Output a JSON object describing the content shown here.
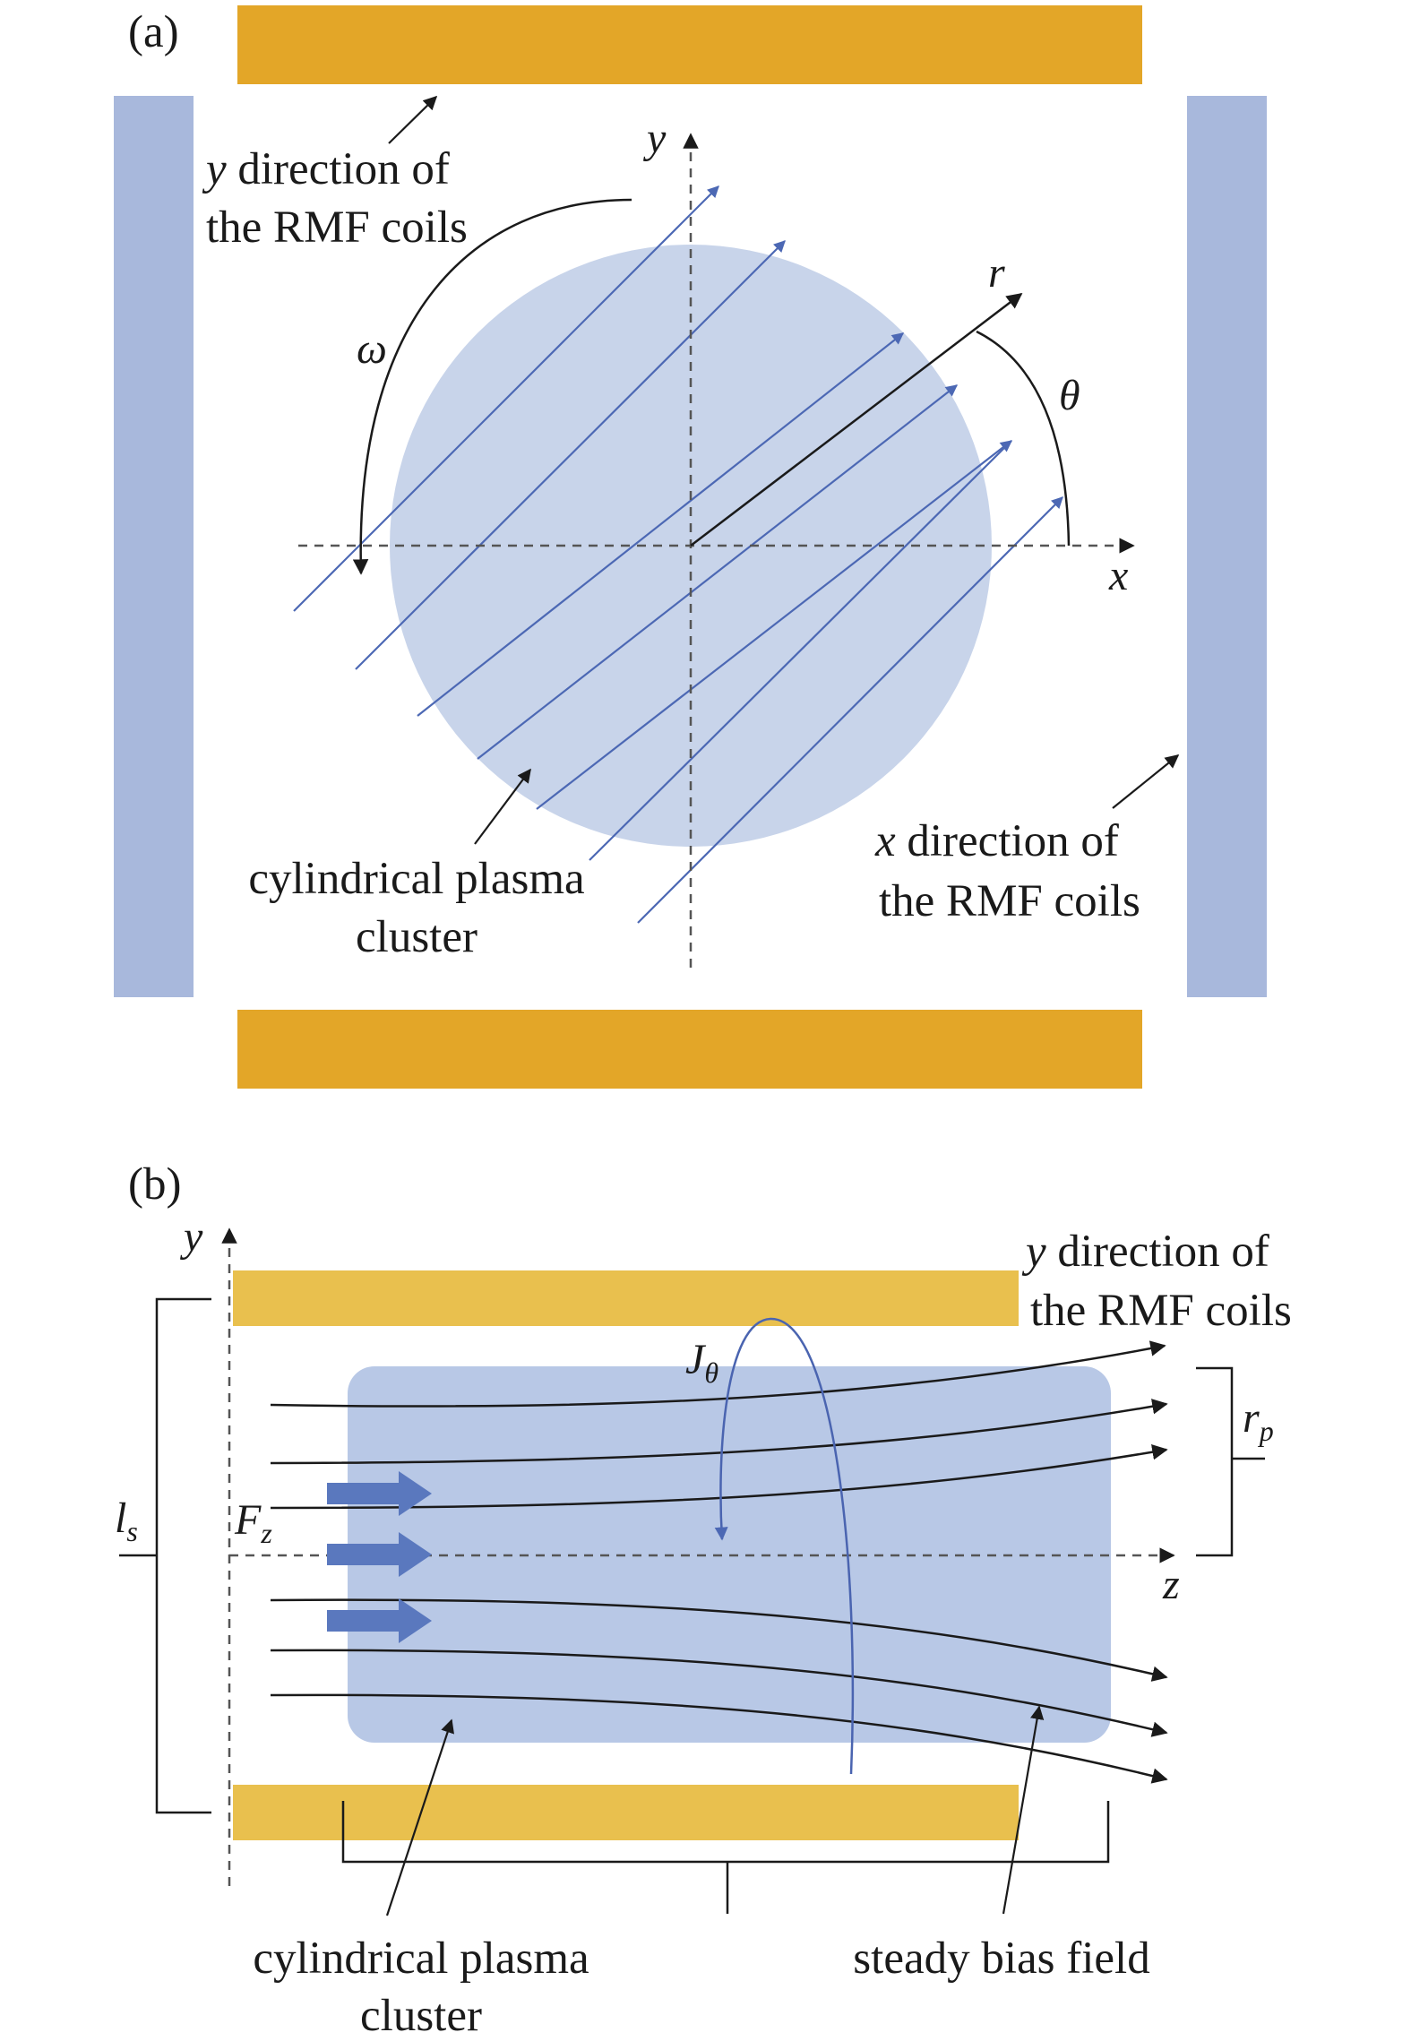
{
  "colors": {
    "orange_coil": "#E3A628",
    "yellow_coil": "#E9C04E",
    "blue_coil": "#A8B8DC",
    "plasma": "#C8D4EA",
    "plasma_b": "#B8C8E6",
    "field_line_a": "#4C68B4",
    "arrow_b": "#5A78BE",
    "current_loop": "#4A64B0",
    "black": "#1a1a1a"
  },
  "panel_a": {
    "tag": "(a)",
    "y_axis_label": "y",
    "x_axis_label": "x",
    "r_label": "r",
    "theta_label": "θ",
    "omega_label": "ω",
    "y_coil_label": {
      "var": "y",
      "rest": " direction of",
      "line2": "the RMF coils"
    },
    "x_coil_label": {
      "var": "x",
      "rest": " direction of",
      "line2": "the RMF coils"
    },
    "plasma_label": {
      "line1": "cylindrical plasma",
      "line2": "cluster"
    }
  },
  "panel_b": {
    "tag": "(b)",
    "y_axis_label": "y",
    "z_axis_label": "z",
    "ls_label": {
      "main": "l",
      "sub": "s"
    },
    "rp_label": {
      "main": "r",
      "sub": "p"
    },
    "J_label": {
      "main": "J",
      "sub": "θ"
    },
    "F_label": {
      "main": "F",
      "sub": "z"
    },
    "y_coil_label": {
      "var": "y",
      "rest": " direction of",
      "line2": "the RMF coils"
    },
    "plasma_label": {
      "line1": "cylindrical plasma",
      "line2": "cluster"
    },
    "bias_label": "steady bias field"
  }
}
